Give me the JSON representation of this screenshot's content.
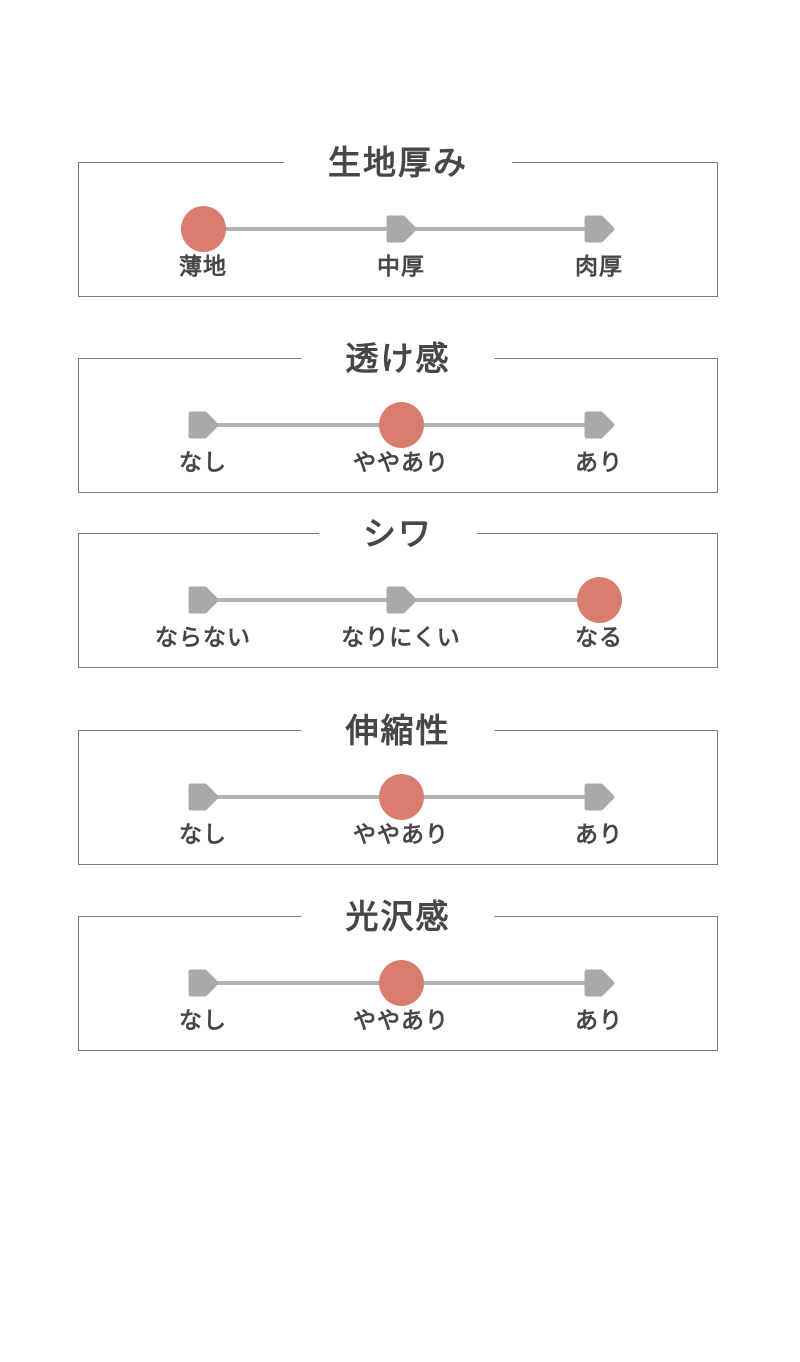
{
  "colors": {
    "accent_red": "#d97e6f",
    "marker_gray": "#a9a9a9",
    "track_gray": "#b2b2b2",
    "border_gray": "#7a7a7a",
    "text_dark": "#474747",
    "page_bg": "#ffffff"
  },
  "sections": [
    {
      "title": "生地厚み",
      "selected_index": 0,
      "options": [
        {
          "label": "薄地",
          "selected": true
        },
        {
          "label": "中厚",
          "selected": false
        },
        {
          "label": "肉厚",
          "selected": false
        }
      ]
    },
    {
      "title": "透け感",
      "selected_index": 1,
      "options": [
        {
          "label": "なし",
          "selected": false
        },
        {
          "label": "ややあり",
          "selected": true
        },
        {
          "label": "あり",
          "selected": false
        }
      ]
    },
    {
      "title": "シワ",
      "selected_index": 2,
      "options": [
        {
          "label": "ならない",
          "selected": false
        },
        {
          "label": "なりにくい",
          "selected": false
        },
        {
          "label": "なる",
          "selected": true
        }
      ]
    },
    {
      "title": "伸縮性",
      "selected_index": 1,
      "options": [
        {
          "label": "なし",
          "selected": false
        },
        {
          "label": "ややあり",
          "selected": true
        },
        {
          "label": "あり",
          "selected": false
        }
      ]
    },
    {
      "title": "光沢感",
      "selected_index": 1,
      "options": [
        {
          "label": "なし",
          "selected": false
        },
        {
          "label": "ややあり",
          "selected": true
        },
        {
          "label": "あり",
          "selected": false
        }
      ]
    }
  ]
}
